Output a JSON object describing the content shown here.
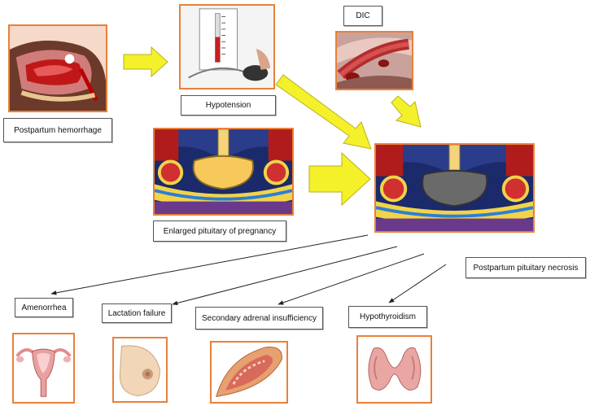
{
  "nodes": {
    "postpartum_hemorrhage": "Postpartum hemorrhage",
    "hypotension": "Hypotension",
    "dic": "DIC",
    "enlarged_pituitary": "Enlarged pituitary of pregnancy",
    "pituitary_necrosis": "Postpartum pituitary necrosis",
    "amenorrhea": "Amenorrhea",
    "lactation_failure": "Lactation failure",
    "adrenal_insufficiency": "Secondary adrenal insufficiency",
    "hypothyroidism": "Hypothyroidism"
  },
  "colors": {
    "frame_border": "#e8813a",
    "yellow_arrow": "#f4f02a",
    "yellow_arrow_outline": "#b9b21a"
  }
}
